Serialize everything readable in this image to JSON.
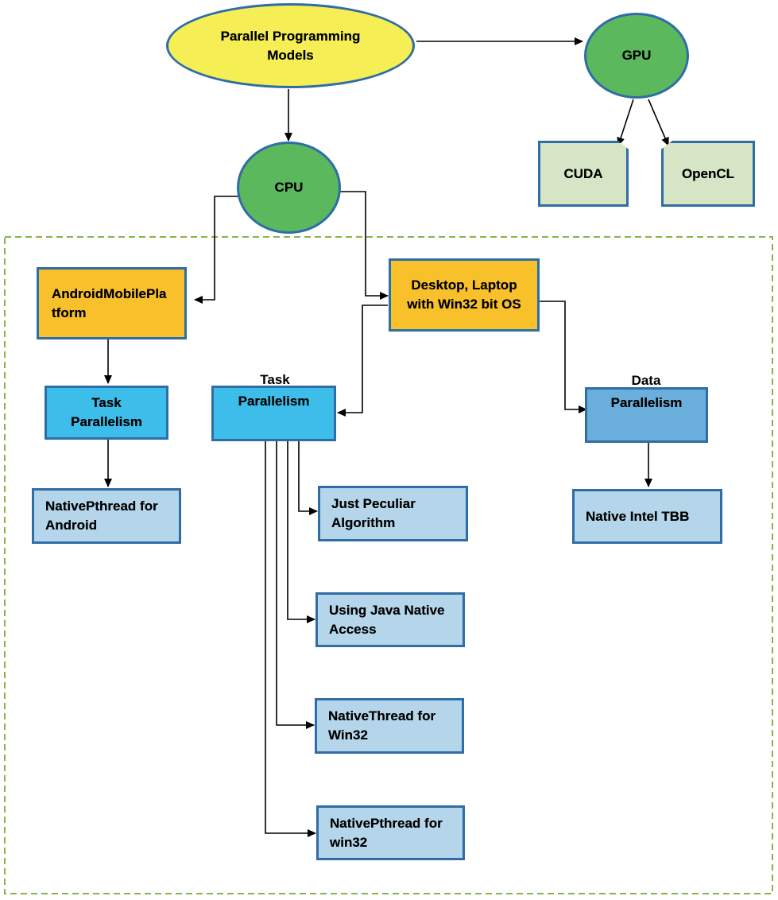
{
  "nodes": {
    "root": "Parallel Programming\nModels",
    "gpu": "GPU",
    "cuda": "CUDA",
    "opencl": "OpenCL",
    "cpu": "CPU",
    "android_platform": "AndroidMobilePla\ntform",
    "desktop_platform": "Desktop, Laptop\nwith Win32 bit OS",
    "android_task": "Task\nParallelism",
    "desktop_task_title": "Task",
    "desktop_task": "Parallelism",
    "data_title": "Data",
    "data_parallelism": "Parallelism",
    "android_pthread": "NativePthread for\nAndroid",
    "just_peculiar": "Just Peculiar\nAlgorithm",
    "java_native": "Using Java Native\nAccess",
    "native_thread": "NativeThread for\nWin32",
    "native_pthread": "NativePthread for\nwin32",
    "intel_tbb": "Native Intel TBB"
  },
  "colors": {
    "ellipse_fill": "#f5ee55",
    "circle_fill": "#5cb85c",
    "platform_fill": "#f8c02a",
    "task_fill": "#3cbdea",
    "data_fill": "#6aaedb",
    "leaf_fill": "#b4d5ea",
    "gpu_leaf_fill": "#d6e5c6",
    "border": "#2e6da6",
    "dashed_region": "#8ab34a",
    "connector": "#000000"
  }
}
